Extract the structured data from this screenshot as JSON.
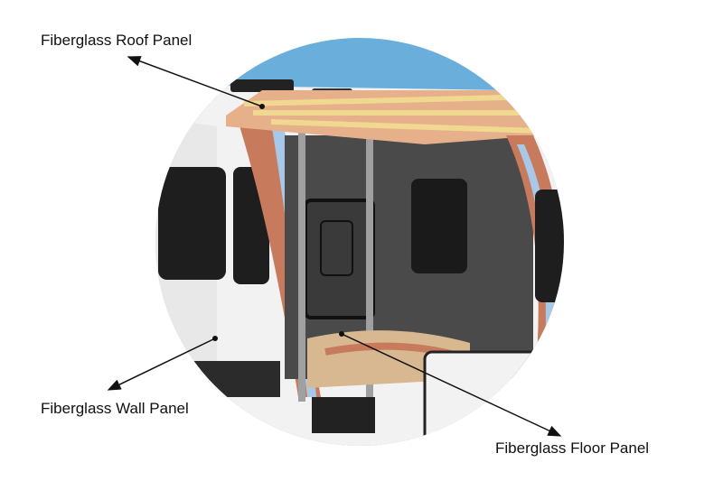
{
  "labels": {
    "roof": "Fiberglass Roof Panel",
    "wall": "Fiberglass Wall Panel",
    "floor": "Fiberglass Floor Panel"
  },
  "colors": {
    "sky": "#6aaedb",
    "wall": "#f2f2f2",
    "wood": "#c87a5c",
    "insulation": "#a8c8e8",
    "interior": "#4a4a4a"
  }
}
